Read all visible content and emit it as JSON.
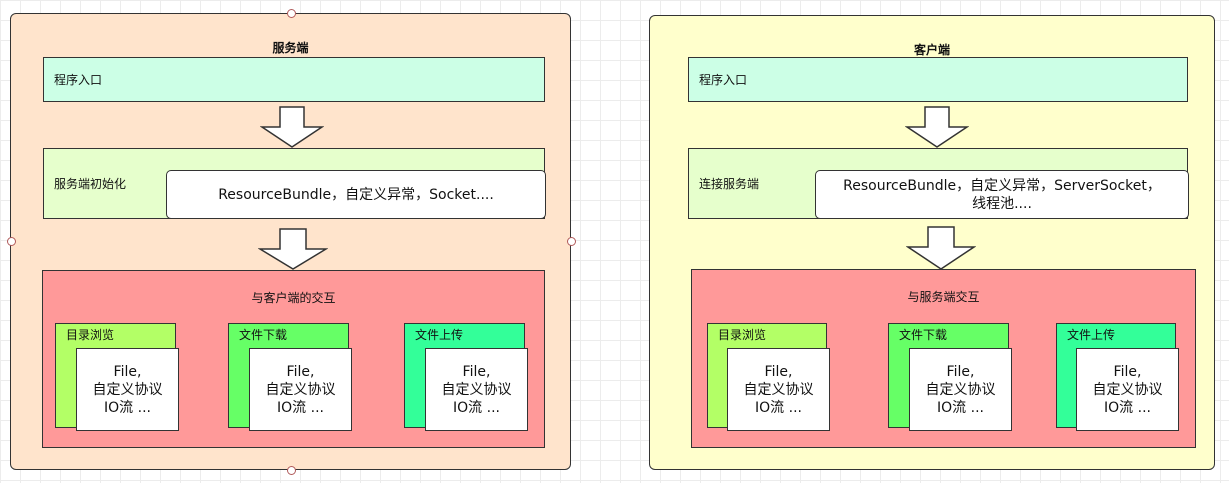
{
  "server": {
    "title": "服务端",
    "entry": "程序入口",
    "init_label": "服务端初始化",
    "init_detail": "ResourceBundle，自定义异常，Socket....",
    "interaction_title": "与客户端的交互",
    "features": [
      {
        "label": "目录浏览",
        "l1": "File,",
        "l2": "自定义协议",
        "l3": "IO流 ..."
      },
      {
        "label": "文件下载",
        "l1": "File,",
        "l2": "自定义协议",
        "l3": "IO流 ..."
      },
      {
        "label": "文件上传",
        "l1": "File,",
        "l2": "自定义协议",
        "l3": "IO流 ..."
      }
    ]
  },
  "client": {
    "title": "客户端",
    "entry": "程序入口",
    "connect_label": "连接服务端",
    "connect_line1": "ResourceBundle，自定义异常，ServerSocket，",
    "connect_line2": "线程池....",
    "interaction_title": "与服务端交互",
    "features": [
      {
        "label": "目录浏览",
        "l1": "File,",
        "l2": "自定义协议",
        "l3": "IO流 ..."
      },
      {
        "label": "文件下载",
        "l1": "File,",
        "l2": "自定义协议",
        "l3": "IO流 ..."
      },
      {
        "label": "文件上传",
        "l1": "File,",
        "l2": "自定义协议",
        "l3": "IO流 ..."
      }
    ]
  },
  "colors": {
    "server_bg": "#ffe4cc",
    "client_bg": "#ffffcc",
    "interaction_bg": "#ff9999",
    "feature1": "#b3ff66",
    "feature2": "#66ff66",
    "feature3": "#33ff99"
  }
}
